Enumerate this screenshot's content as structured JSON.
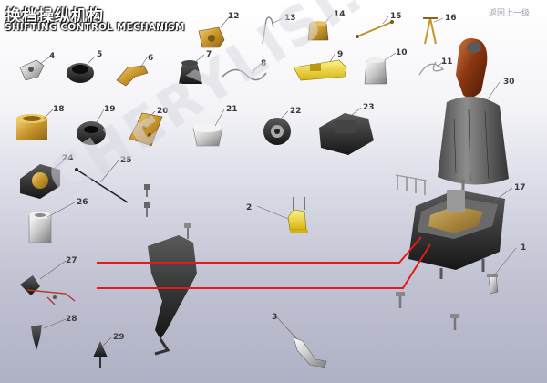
{
  "header": {
    "title_cn": "换档操纵机构",
    "title_en": "SHIFTING CONTROL MECHANISM",
    "back_label": "返回上一级"
  },
  "watermark": "CHERYLISI.COM",
  "callouts": [
    "1",
    "2",
    "3",
    "4",
    "5",
    "6",
    "7",
    "8",
    "9",
    "10",
    "11",
    "12",
    "13",
    "14",
    "15",
    "16",
    "17",
    "18",
    "19",
    "20",
    "21",
    "22",
    "23",
    "24",
    "25",
    "26",
    "27",
    "28",
    "29",
    "30"
  ],
  "colors": {
    "leader_red": "#e01b1b",
    "brass": "#d8a838",
    "yellow_part": "#f2d228",
    "black_part": "#2a2a2a",
    "knob_wood": "#8a3a14"
  }
}
